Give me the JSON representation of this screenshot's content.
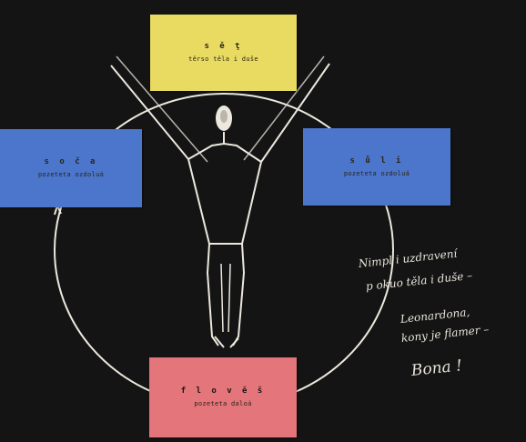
{
  "cards": {
    "top": {
      "title": "s ě ţ",
      "subtitle": "těrso těla i duše"
    },
    "left": {
      "title": "s o č a",
      "subtitle": "pozeteta ozdoluá"
    },
    "right": {
      "title": "s ů l i",
      "subtitle": "pozeteta ozdoluá"
    },
    "bottom": {
      "title": "f l o v ě š",
      "subtitle": "pozeteta daloá"
    }
  },
  "handwritten_note": {
    "line1": "Nimpl i uzdravení",
    "line2": "p okuo těla i duše –",
    "line3": "Leonardona,",
    "line4": "kony je flamer –",
    "line5": "Bona !"
  },
  "colors": {
    "background": "#141414",
    "chalk": "#ece8de",
    "top_card": "#e9db62",
    "side_cards": "#4b76cb",
    "bottom_card": "#e3757b"
  }
}
